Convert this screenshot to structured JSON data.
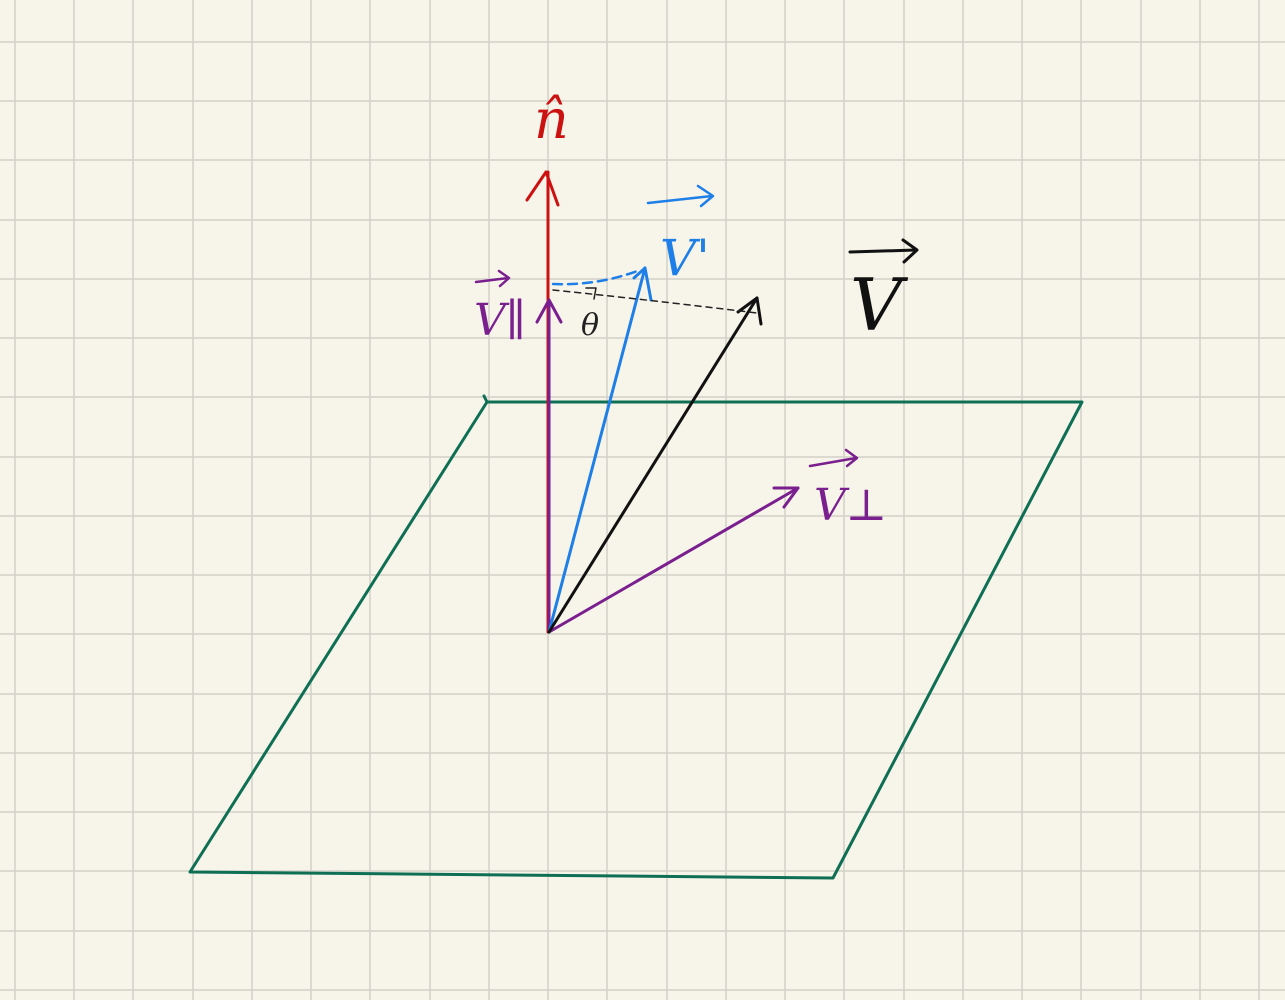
{
  "colors": {
    "paper": "#f7f5ea",
    "grid": "#d3d2c8",
    "plane": "#0f6f55",
    "normal": "#cc1111",
    "vector_v": "#111111",
    "vector_v_rotated": "#1f7fe8",
    "components": "#7a1f8e",
    "construction": "#222222"
  },
  "labels": {
    "normal": "n̂",
    "v": "V",
    "v_rotated": "V'",
    "v_parallel": "V∥",
    "v_perpendicular": "V⊥",
    "angle": "θ"
  }
}
